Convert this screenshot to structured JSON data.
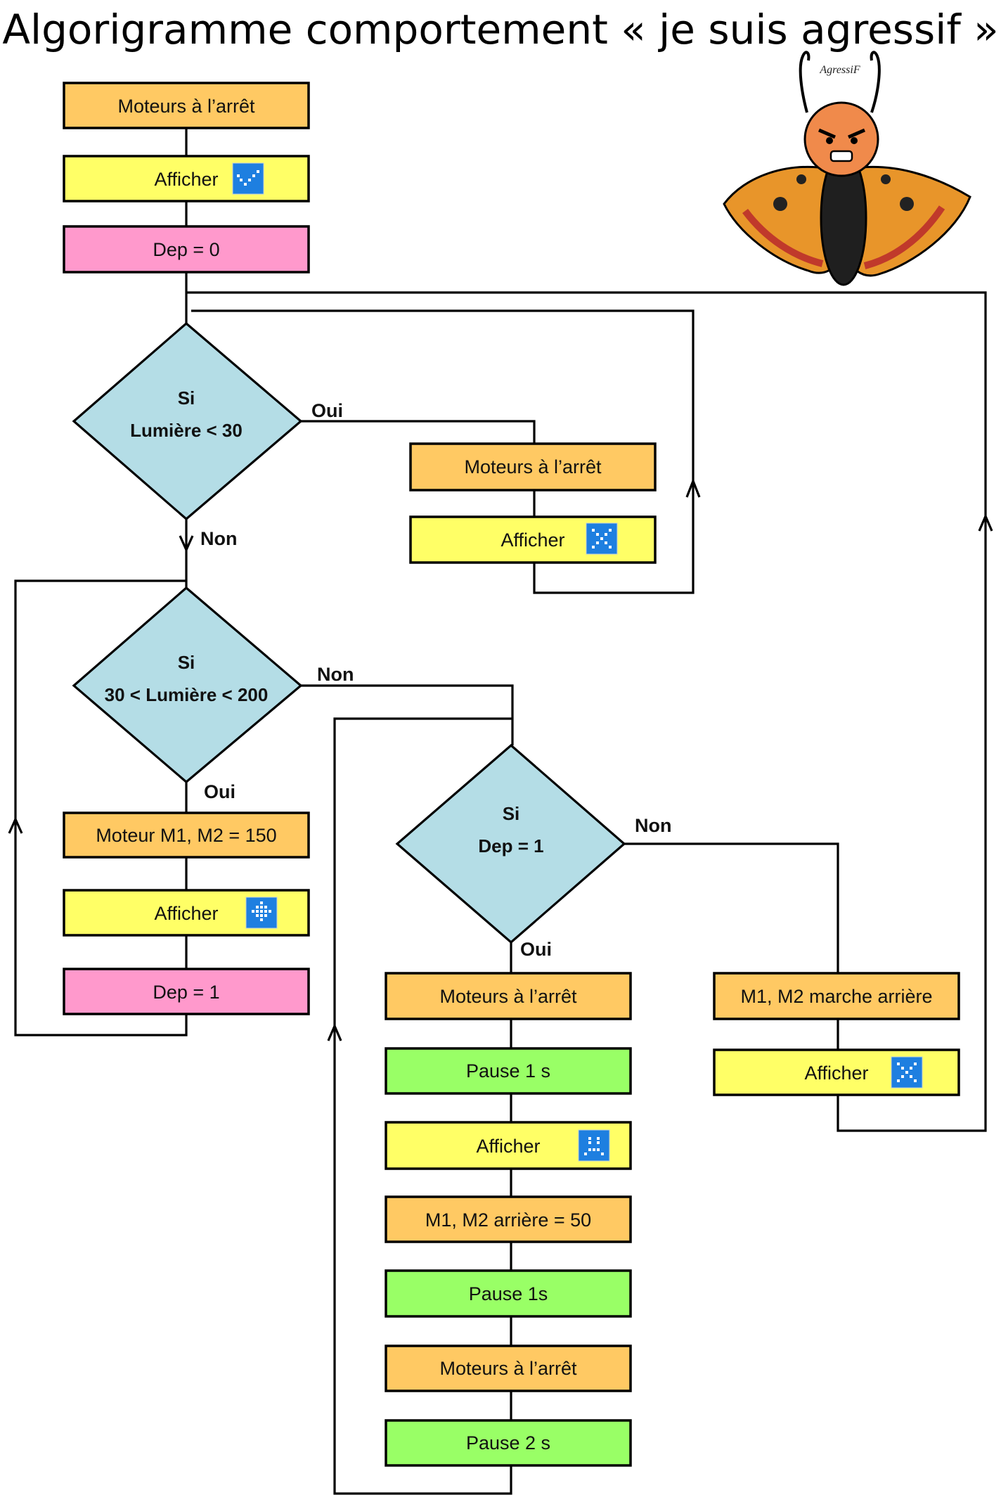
{
  "title": "Algorigramme comportement « je suis agressif »",
  "colors": {
    "orange": "#FFC963",
    "yellow": "#FFFF66",
    "pink": "#FF99CC",
    "green": "#99FF66",
    "diamond": "#B4DDE6",
    "icon": "#1E7FE0"
  },
  "mascot": {
    "label": "AgressiF"
  },
  "nodes": {
    "n1": "Moteurs à l’arrêt",
    "n2": "Afficher",
    "n3": "Dep = 0",
    "d1": [
      "Si",
      "Lumière < 30"
    ],
    "r1": "Moteurs à l’arrêt",
    "r2": "Afficher",
    "d2": [
      "Si",
      "30 < Lumière < 200"
    ],
    "l1": "Moteur M1, M2 = 150",
    "l2": "Afficher",
    "l3": "Dep = 1",
    "d3": [
      "Si",
      "Dep = 1"
    ],
    "m1": "Moteurs à l’arrêt",
    "m2": "Pause 1 s",
    "m3": "Afficher",
    "m4": "M1, M2 arrière = 50",
    "m5": "Pause 1s",
    "m6": "Moteurs à l’arrêt",
    "m7": "Pause 2 s",
    "x1": "M1, M2 marche arrière",
    "x2": "Afficher"
  },
  "edges": {
    "d1_yes": "Oui",
    "d1_no": "Non",
    "d2_no": "Non",
    "d2_yes": "Oui",
    "d3_no": "Non",
    "d3_yes": "Oui"
  },
  "icons": {
    "n2": "check-matrix-icon",
    "r2": "cross-matrix-icon",
    "l2": "flower-matrix-icon",
    "m3": "face-matrix-icon",
    "x2": "cross-matrix-icon"
  }
}
